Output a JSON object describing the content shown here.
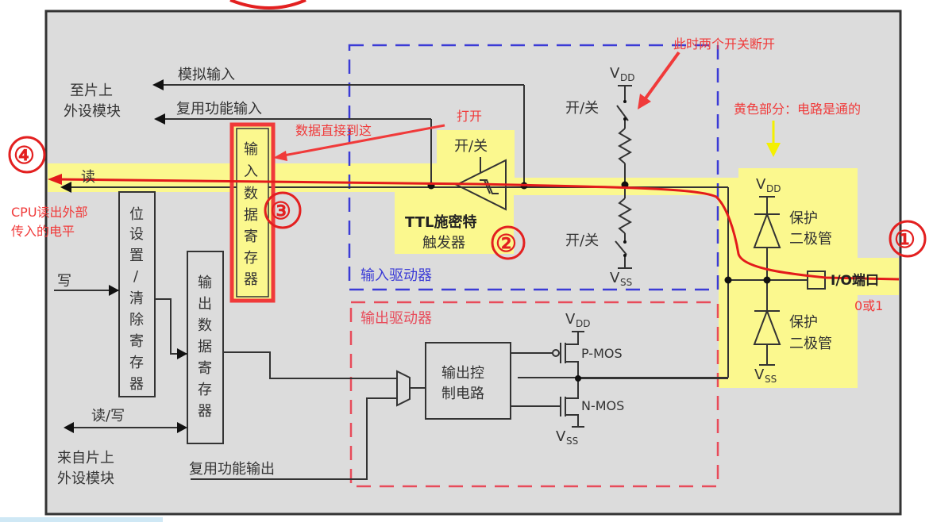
{
  "diagram": {
    "to_peripheral": {
      "line1": "至片上",
      "line2": "外设模块"
    },
    "from_peripheral": {
      "line1": "来自片上",
      "line2": "外设模块"
    },
    "analog_input": "模拟输入",
    "alt_func_input": "复用功能输入",
    "alt_func_output": "复用功能输出",
    "read": "读",
    "write": "写",
    "read_write": "读/写",
    "input_data_register": [
      "输",
      "入",
      "数",
      "据",
      "寄",
      "存",
      "器"
    ],
    "bit_set_reset_register": [
      "位",
      "设",
      "置",
      "/",
      "清",
      "除",
      "寄",
      "存",
      "器"
    ],
    "output_data_register": [
      "输",
      "出",
      "数",
      "据",
      "寄",
      "存",
      "器"
    ],
    "ttl_schmitt": {
      "line1": "TTL施密特",
      "line2": "触发器"
    },
    "switch_label": "开/关",
    "vdd": "V",
    "vdd_sub": "DD",
    "vss": "V",
    "vss_sub": "SS",
    "input_driver": "输入驱动器",
    "output_driver": "输出驱动器",
    "output_control": {
      "line1": "输出控",
      "line2": "制电路"
    },
    "pmos": "P-MOS",
    "nmos": "N-MOS",
    "protect_diode": {
      "line1": "保护",
      "line2": "二极管"
    },
    "io_port": "I/O端口"
  },
  "annotations": {
    "marker1": "①",
    "marker2": "②",
    "marker3": "③",
    "marker4": "④",
    "cpu_read": {
      "line1": "CPU读出外部",
      "line2": "传入的电平"
    },
    "data_here": "数据直接到这",
    "open": "打开",
    "switches_off": "此时两个开关断开",
    "yellow_note": "黄色部分：电路是通的",
    "zero_or_one": "0或1"
  },
  "colors": {
    "panel": "#dcdcdc",
    "highlight": "#fbf88e",
    "annotation": "#f03a3a",
    "input_driver_border": "#3b3bd6",
    "output_driver_border": "#e84b5a",
    "yellow_arrow": "#f4f000"
  }
}
